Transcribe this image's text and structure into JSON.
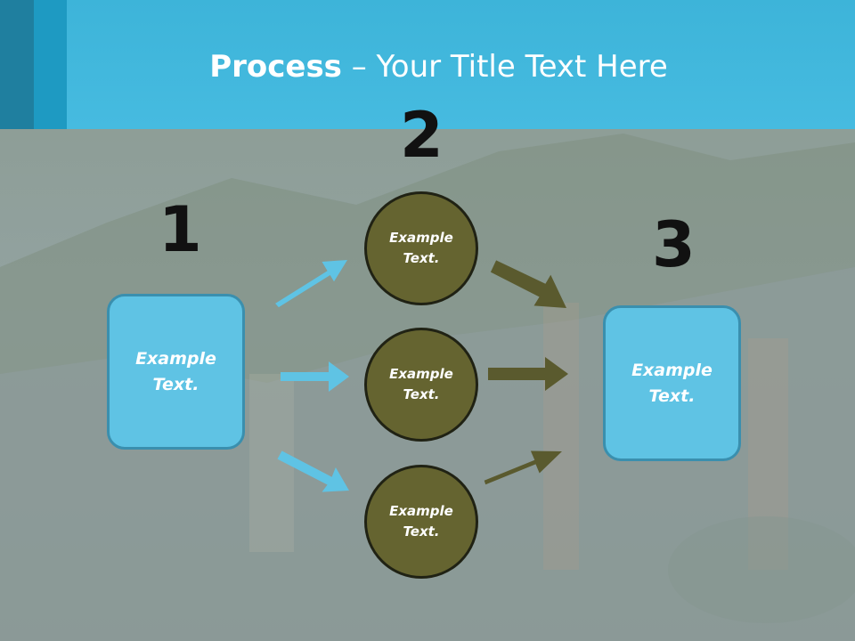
{
  "slide": {
    "title_bold": "Process",
    "title_rest": " – Your Title Text Here"
  },
  "steps": [
    {
      "number": "1",
      "label": "Example Text."
    },
    {
      "number": "2",
      "labels": [
        "Example Text.",
        "Example Text.",
        "Example Text."
      ]
    },
    {
      "number": "3",
      "label": "Example Text."
    }
  ],
  "colors": {
    "header": "#46bbe0",
    "box_fill": "#5fc3e4",
    "box_border": "#3a8fae",
    "circle_fill": "#656430",
    "circle_border": "#202214",
    "arrow_blue": "#5fc3e4",
    "arrow_olive": "#5a5a2e"
  }
}
